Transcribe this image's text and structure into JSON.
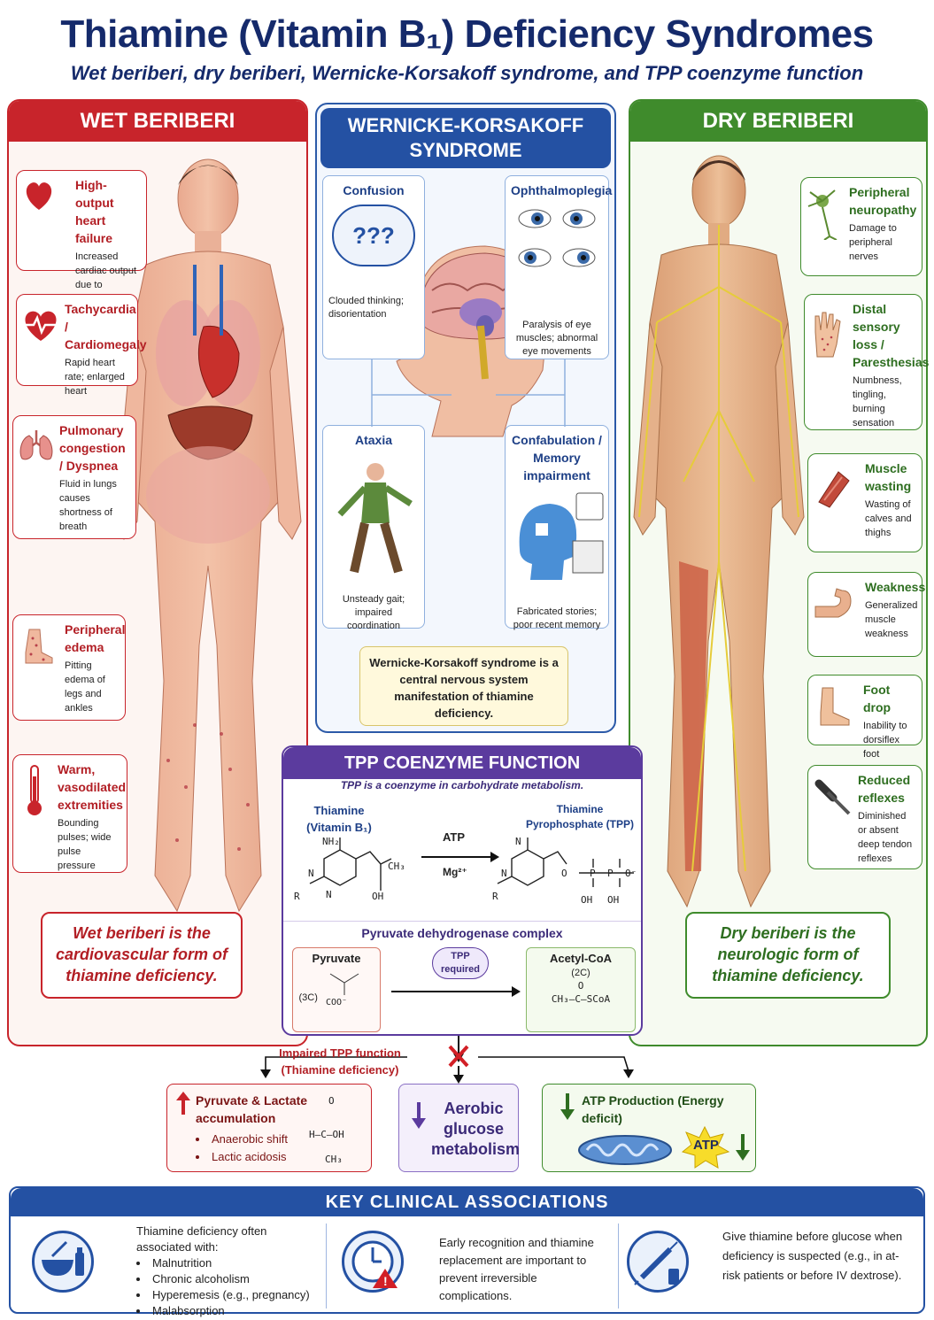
{
  "header": {
    "title": "Thiamine (Vitamin B₁) Deficiency Syndromes",
    "subtitle": "Wet beriberi, dry beriberi, Wernicke-Korsakoff syndrome, and TPP coenzyme function"
  },
  "wet": {
    "heading": "WET BERIBERI",
    "items": [
      {
        "title": "High-output heart failure",
        "desc": "Increased cardiac output due to vasodilation",
        "icon": "heart-icon"
      },
      {
        "title": "Tachycardia / Cardiomegaly",
        "desc": "Rapid heart rate; enlarged heart",
        "icon": "heartbeat-icon"
      },
      {
        "title": "Pulmonary congestion / Dyspnea",
        "desc": "Fluid in lungs causes shortness of breath",
        "icon": "lungs-icon"
      },
      {
        "title": "Peripheral edema",
        "desc": "Pitting edema of legs and ankles",
        "icon": "foot-edema-icon"
      },
      {
        "title": "Warm, vasodilated extremities",
        "desc": "Bounding pulses; wide pulse pressure",
        "icon": "thermometer-icon"
      }
    ],
    "summary": "Wet beriberi is the cardiovascular form of thiamine deficiency."
  },
  "wk": {
    "heading": "WERNICKE-KORSAKOFF SYNDROME",
    "items": [
      {
        "title": "Confusion",
        "desc": "Clouded thinking; disorientation",
        "glyph": "???"
      },
      {
        "title": "Ophthalmoplegia",
        "desc": "Paralysis of eye muscles; abnormal eye movements"
      },
      {
        "title": "Ataxia",
        "desc": "Unsteady gait; impaired coordination"
      },
      {
        "title": "Confabulation / Memory impairment",
        "desc": "Fabricated stories; poor recent memory"
      }
    ],
    "note": "Wernicke-Korsakoff syndrome is a central nervous system manifestation of thiamine deficiency."
  },
  "dry": {
    "heading": "DRY BERIBERI",
    "items": [
      {
        "title": "Peripheral neuropathy",
        "desc": "Damage to peripheral nerves",
        "icon": "neuron-icon"
      },
      {
        "title": "Distal sensory loss / Paresthesias",
        "desc": "Numbness, tingling, burning sensation",
        "icon": "hand-icon"
      },
      {
        "title": "Muscle wasting",
        "desc": "Wasting of calves and thighs",
        "icon": "muscle-icon"
      },
      {
        "title": "Weakness",
        "desc": "Generalized muscle weakness",
        "icon": "arm-icon"
      },
      {
        "title": "Foot drop",
        "desc": "Inability to dorsiflex foot",
        "icon": "foot-icon"
      },
      {
        "title": "Reduced reflexes",
        "desc": "Diminished or absent deep tendon reflexes",
        "icon": "reflex-hammer-icon"
      }
    ],
    "summary": "Dry beriberi is the neurologic form of thiamine deficiency."
  },
  "tpp": {
    "heading": "TPP COENZYME FUNCTION",
    "subtitle": "TPP is a coenzyme in carbohydrate metabolism.",
    "thiamine_label": "Thiamine (Vitamin B₁)",
    "tpp_label": "Thiamine Pyrophosphate (TPP)",
    "atp": "ATP",
    "mg": "Mg²⁺",
    "pdh": "Pyruvate dehydrogenase complex",
    "pyruvate": "Pyruvate",
    "pyruvate_c": "(3C)",
    "tpp_required": "TPP required",
    "acetyl": "Acetyl-CoA",
    "acetyl_c": "(2C)",
    "acetyl_formula": "CH₃—C—SCoA",
    "chem": {
      "nh2": "NH₂",
      "ch3": "CH₃",
      "oh": "OH",
      "r": "R",
      "n": "N",
      "o": "O",
      "p": "P",
      "coo": "COO⁻",
      "ominus": "O⁻"
    }
  },
  "flow": {
    "impaired": "Impaired TPP function (Thiamine deficiency)",
    "out1_title": "Pyruvate & Lactate accumulation",
    "out1_bullets": [
      "Anaerobic shift",
      "Lactic acidosis"
    ],
    "out1_formula": {
      "o": "O",
      "h": "H—C—OH",
      "ch3": "CH₃"
    },
    "out2_title": "Aerobic glucose metabolism",
    "out3_title": "ATP Production (Energy deficit)",
    "out3_badge": "ATP"
  },
  "key": {
    "heading": "KEY CLINICAL ASSOCIATIONS",
    "col1_intro": "Thiamine deficiency often associated with:",
    "col1_list": [
      "Malnutrition",
      "Chronic alcoholism",
      "Hyperemesis (e.g., pregnancy)",
      "Malabsorption"
    ],
    "col2_text": "Early recognition and thiamine replacement are important to prevent irreversible complications.",
    "col3_text": "Give thiamine before glucose when deficiency is suspected (e.g., in at-risk patients or before IV dextrose)."
  },
  "colors": {
    "wet": "#c8242b",
    "dry": "#3f8b2c",
    "wk": "#2451a3",
    "tpp": "#5b3b9e",
    "title": "#152a6b"
  }
}
